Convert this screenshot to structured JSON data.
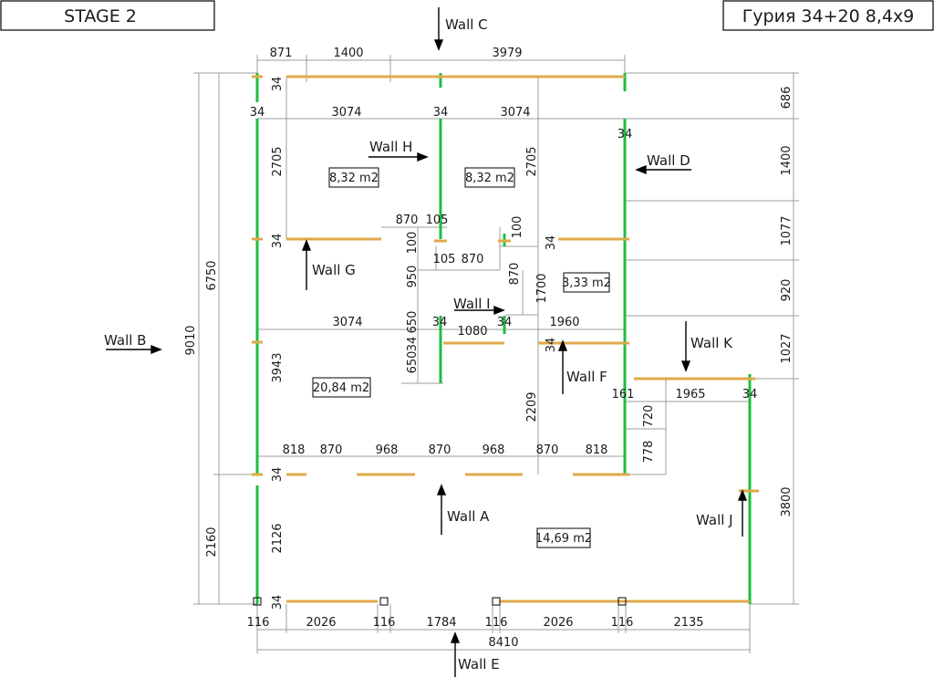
{
  "title_block": {
    "stage": "STAGE 2",
    "model": "Гурия 34+20 8,4х9"
  },
  "wall_labels": {
    "a": "Wall A",
    "b": "Wall B",
    "c": "Wall C",
    "d": "Wall D",
    "e": "Wall E",
    "f": "Wall F",
    "g": "Wall G",
    "h": "Wall H",
    "i": "Wall I",
    "j": "Wall J",
    "k": "Wall K"
  },
  "rooms": {
    "r1": "8,32 m2",
    "r2": "8,32 m2",
    "r3": "3,33 m2",
    "r4": "20,84 m2",
    "r5": "14,69 m2"
  },
  "dims": {
    "top_871": "871",
    "top_1400": "1400",
    "top_3979": "3979",
    "t34a": "34",
    "t34b": "34",
    "t34c": "34",
    "t34d": "34",
    "row_3074a": "3074",
    "row_3074b": "3074",
    "v2705a": "2705",
    "v2705b": "2705",
    "d870a": "870",
    "d105a": "105",
    "d100a": "100",
    "d100b": "100",
    "d34g": "34",
    "d34m": "34",
    "d105b": "105",
    "d870b": "870",
    "d950": "950",
    "d870c": "870",
    "d1700": "1700",
    "row_3074c": "3074",
    "d650a": "650",
    "d34i1": "34",
    "d1080": "1080",
    "d34i2": "34",
    "d1960": "1960",
    "d650b": "650",
    "d34v": "34",
    "d34f": "34",
    "d3943": "3943",
    "d2209": "2209",
    "d161": "161",
    "d1965": "1965",
    "d34k": "34",
    "d720": "720",
    "d778": "778",
    "s818a": "818",
    "s870a": "870",
    "s968a": "968",
    "s870b": "870",
    "s968b": "968",
    "s870c": "870",
    "s818b": "818",
    "d34a1": "34",
    "d34e": "34",
    "d2126": "2126",
    "r686": "686",
    "r1400": "1400",
    "r1077": "1077",
    "r920": "920",
    "r1027": "1027",
    "r3800": "3800",
    "l6750": "6750",
    "l2160": "2160",
    "l9010": "9010",
    "b116a": "116",
    "b2026a": "2026",
    "b116b": "116",
    "b1784": "1784",
    "b116c": "116",
    "b2026b": "2026",
    "b116d": "116",
    "b2135": "2135",
    "b8410": "8410"
  }
}
